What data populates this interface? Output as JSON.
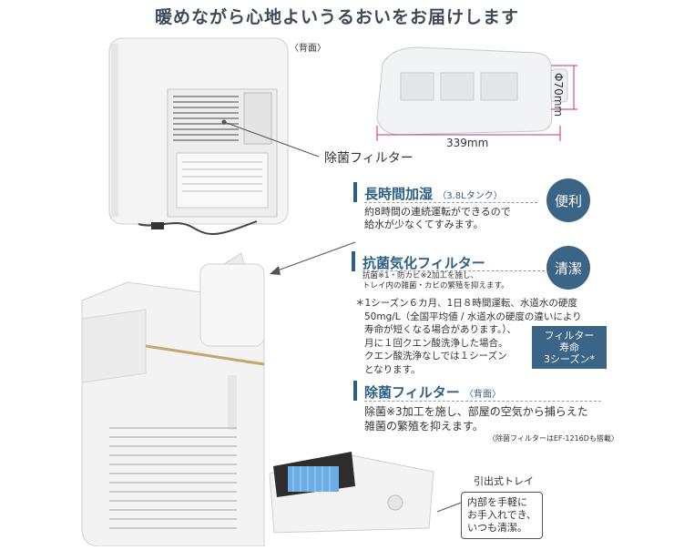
{
  "headline": "暖めながら心地よいうるおいをお届けします",
  "back_label": "〈背面〉",
  "filter_callout": "除菌フィルター",
  "tank_dims": {
    "height": "Φ70mm",
    "width": "339mm"
  },
  "sections": {
    "long_humid": {
      "title": "長時間加湿",
      "sub": "（3.8Lタンク）",
      "lines": [
        "約8時間の連続運転ができるので",
        "給水が少なくてすみます。"
      ],
      "badge": "便利"
    },
    "antibac": {
      "title": "抗菌気化フィルター",
      "lines": [
        "抗菌※1・防カビ※2加工を施し、",
        "トレイ内の雑菌・カビの繁殖を抑えます。"
      ],
      "note": [
        "＊1シーズン６カ月、1日８時間運転、水道水の硬度",
        "50mg/L（全国平均値 / 水道水の硬度の違いにより",
        "寿命が短くなる場合があります。）、",
        "月に１回クエン酸洗浄した場合。",
        "クエン酸洗浄なしでは１シーズン",
        "となります。"
      ],
      "badge": "清潔",
      "filter_life": [
        "フィルター",
        "寿命",
        "3シーズン*"
      ]
    },
    "sterile": {
      "title": "除菌フィルター",
      "sub": "〈背面〉",
      "lines": [
        "除菌※3加工を施し、部屋の空気から捕らえた",
        "雑菌の繁殖を抑えます。"
      ],
      "footnote": "〈除菌フィルターはEF-1216Dも搭載〉"
    }
  },
  "tray": {
    "label": "引出式トレイ",
    "lines": [
      "内部を手軽に",
      "お手入れでき、",
      "いつも清潔。"
    ]
  }
}
